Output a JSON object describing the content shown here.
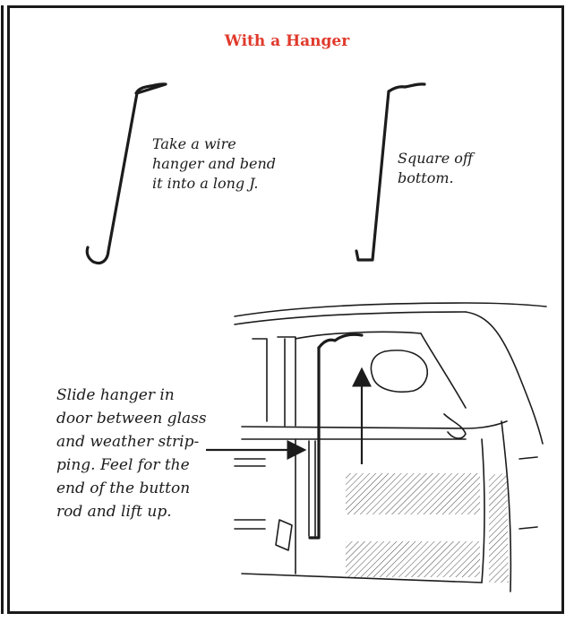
{
  "title": "With a Hanger",
  "steps": [
    {
      "caption_lines": [
        "Take a wire",
        "hanger and bend",
        "it into a long J."
      ]
    },
    {
      "caption_lines": [
        "Square off",
        "bottom."
      ]
    },
    {
      "caption_lines": [
        "Slide hanger in",
        "door between glass",
        "and weather strip-",
        "ping. Feel for the",
        "end of the button",
        "rod and lift up."
      ]
    }
  ],
  "colors": {
    "title": "#e03a2c",
    "ink": "#1c1c1c",
    "frame": "#1a1a1a"
  }
}
